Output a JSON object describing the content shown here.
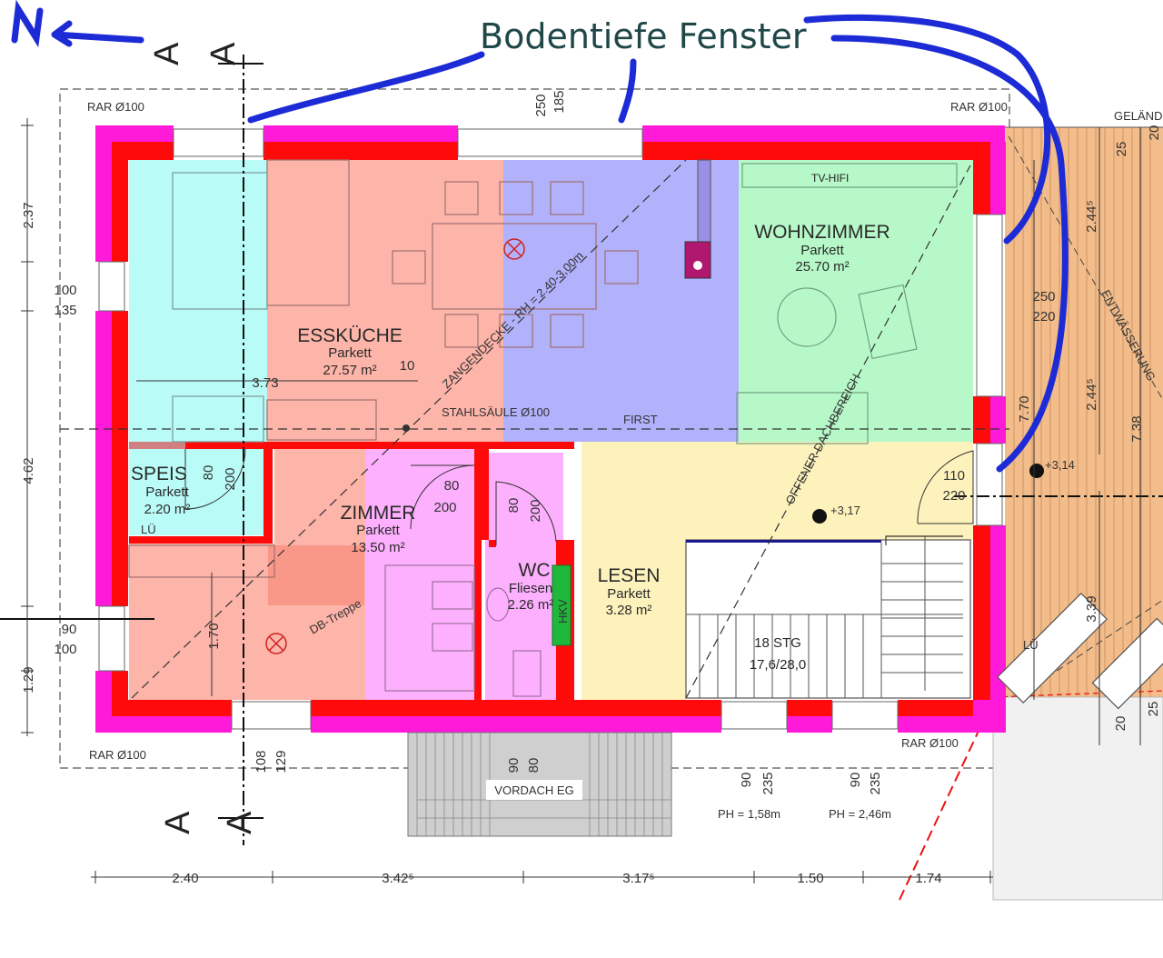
{
  "annotation": {
    "handwritten_title": "Bodentiefe Fenster",
    "north_mark": "N"
  },
  "section": {
    "mark": "A"
  },
  "rooms": {
    "esskueche": {
      "name": "ESSKÜCHE",
      "floor": "Parkett",
      "area": "27.57 m²"
    },
    "wohnzimmer": {
      "name": "WOHNZIMMER",
      "floor": "Parkett",
      "area": "25.70 m²"
    },
    "zimmer": {
      "name": "ZIMMER",
      "floor": "Parkett",
      "area": "13.50 m²"
    },
    "speis": {
      "name": "SPEIS",
      "floor": "Parkett",
      "area": "2.20 m²"
    },
    "wc": {
      "name": "WC",
      "floor": "Fliesen",
      "area": "2.26 m²"
    },
    "lesen": {
      "name": "LESEN",
      "floor": "Parkett",
      "area": "3.28 m²"
    }
  },
  "labels": {
    "rar_tl": "RAR Ø100",
    "rar_tr": "RAR Ø100",
    "rar_bl": "RAR Ø100",
    "rar_br": "RAR Ø100",
    "gelaende": "GELÄNDE",
    "tv_hifi": "TV-HIFI",
    "zangendecke": "ZANGENDECKE - RH = 2.40-3,00m",
    "stahlsaeule": "STAHLSÄULE Ø100",
    "first": "FIRST",
    "offener_dachbereich": "OFFENER DACHBEREICH",
    "entwaesserung": "ENTWÄSSERUNG",
    "db_treppe": "DB-Treppe",
    "hkv": "HKV",
    "lue_1": "LÜ",
    "lue_2": "LÜ",
    "stairs": "18 STG",
    "stairs_ratio": "17,6/28,0",
    "vordach": "VORDACH EG",
    "ph1": "PH = 1,58m",
    "ph2": "PH = 2,46m",
    "level1": "+3,17",
    "level2": "+3,14"
  },
  "dimensions": {
    "bottom": [
      "2.40",
      "3.42⁵",
      "3.17⁵",
      "1.50",
      "1.74"
    ],
    "left": [
      "2.37",
      "100",
      "135",
      "4.62",
      "90",
      "100",
      "1.29"
    ],
    "inner": {
      "w373": "3.73",
      "d10": "10",
      "d170": "1.70",
      "d250": "250",
      "d185": "185",
      "d250b": "250",
      "d220": "220",
      "d770": "7.70",
      "d110": "110",
      "d220b": "220",
      "d80a": "80",
      "d200a": "200",
      "d80b": "80",
      "d200b": "200",
      "d80c": "80",
      "d200c": "200",
      "d108": "108",
      "d129": "129",
      "d90a": "90",
      "d80d": "80",
      "d90b": "90",
      "d235a": "235",
      "d90c": "90",
      "d235b": "235",
      "d25a": "25",
      "d20a": "20",
      "d244a": "2.44⁵",
      "d244b": "2.44⁵",
      "d738": "7.38",
      "d339": "3.39",
      "d20b": "20",
      "d25b": "25"
    }
  },
  "colors": {
    "wall_red": "#ff0a0a",
    "wall_magenta": "#ff1ad9",
    "room_cyan": "#b9fbf7",
    "room_salmon": "#fdb4a9",
    "room_blue": "#b2b1fb",
    "room_green": "#b6f8c8",
    "room_pink": "#fdb0fd",
    "room_yellow": "#fdf2bc",
    "deck": "#f2bc8b",
    "ink_blue": "#1c2bd6"
  }
}
